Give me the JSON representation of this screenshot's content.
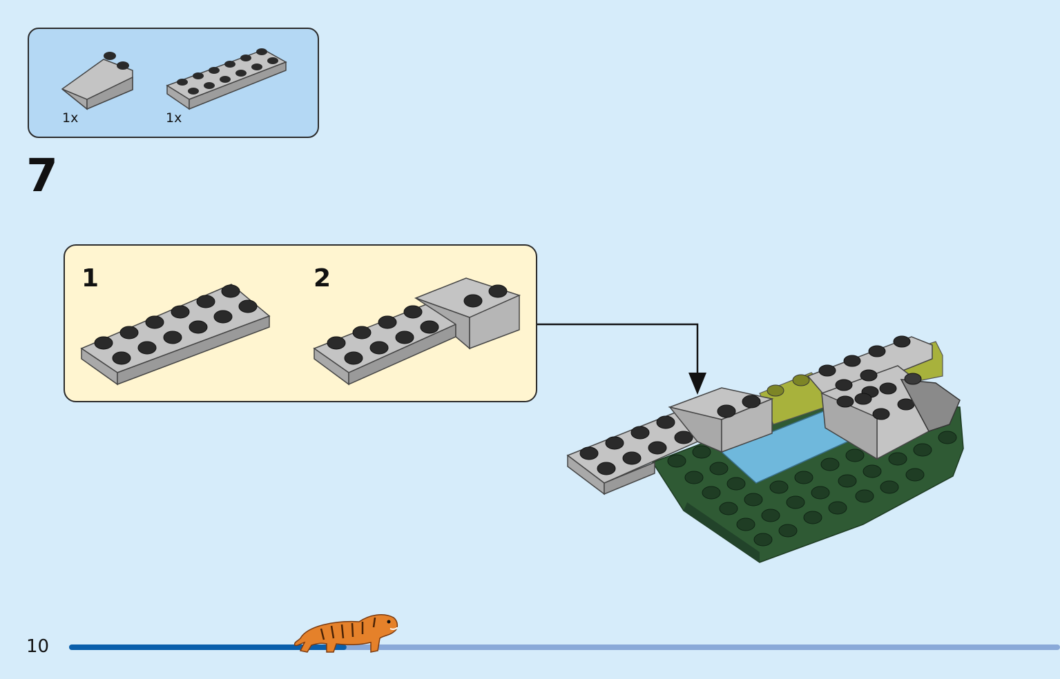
{
  "parts_list": {
    "items": [
      {
        "name": "slope-brick-2x3",
        "quantity": "1x",
        "color": "#c4c4c4"
      },
      {
        "name": "plate-2x6",
        "quantity": "1x",
        "color": "#c4c4c4"
      }
    ]
  },
  "step": {
    "number": "7"
  },
  "sub_assembly": {
    "steps": [
      {
        "number": "1"
      },
      {
        "number": "2"
      }
    ]
  },
  "footer": {
    "page_number": "10",
    "progress": 0.28,
    "progress_color": "#0a5fab",
    "track_color": "#8aa9d8",
    "mascot": "tiger-icon"
  },
  "colors": {
    "background": "#d6ecfa",
    "parts_box": "#b4d8f4",
    "sub_assembly_box": "#fff5d0",
    "light_grey": "#c4c4c4",
    "dark_green": "#2f5a34",
    "olive": "#a8b23c",
    "light_blue": "#6fb8dc"
  }
}
